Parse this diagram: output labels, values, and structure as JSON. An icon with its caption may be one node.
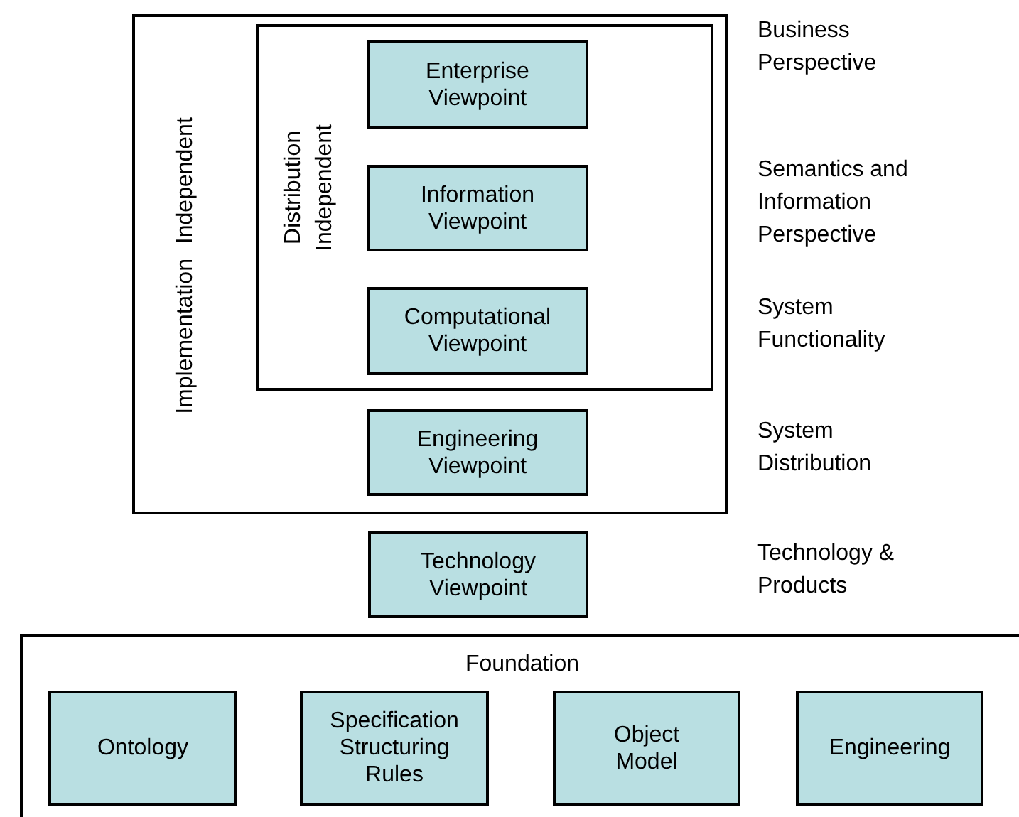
{
  "diagram": {
    "nodes": [
      {
        "text": [
          "Implementation Independent"
        ]
      },
      {
        "text": [
          "Distribution Independent"
        ],
        "in": 0
      },
      {
        "text": [
          "Enterprise Viewpoint"
        ],
        "in": 1
      },
      {
        "text": [
          "Information Viewpoint"
        ],
        "in": 1
      },
      {
        "text": [
          "Computational Viewpoint"
        ],
        "in": 1
      },
      {
        "text": [
          "Engineering Viewpoint"
        ],
        "in": 0
      },
      {
        "text": [
          "Technology Viewpoint"
        ]
      },
      {
        "text": [
          "Foundation"
        ]
      },
      {
        "text": [
          "Ontology"
        ],
        "in": 7
      },
      {
        "text": [
          "Specification Structuring Rules"
        ],
        "in": 7
      },
      {
        "text": [
          "Object Model"
        ],
        "in": 7
      },
      {
        "text": [
          "Engineering"
        ],
        "in": 7
      }
    ],
    "labels": [
      "Business Perspective",
      "Semantics and Information Perspective",
      "System Functionality",
      "System Distribution",
      "Technology & Products"
    ]
  }
}
